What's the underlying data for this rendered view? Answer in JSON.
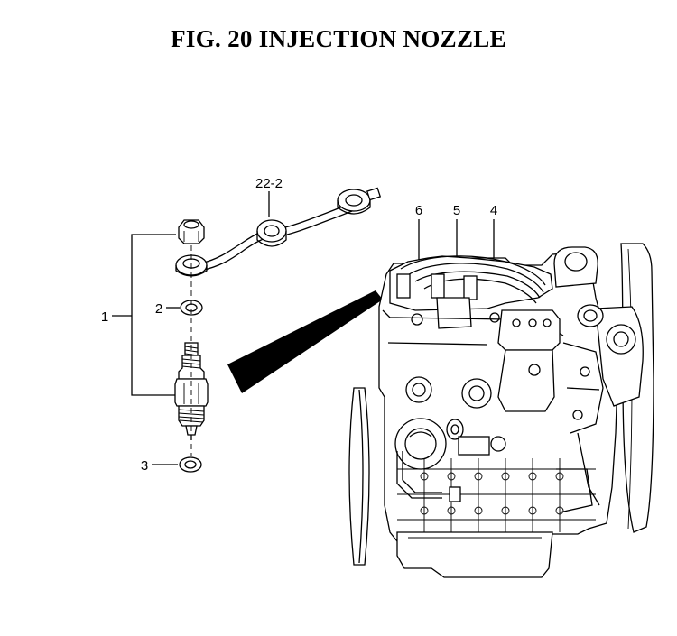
{
  "title": "FIG. 20  INJECTION NOZZLE",
  "callouts": {
    "c1": "1",
    "c2": "2",
    "c3": "3",
    "c4": "4",
    "c5": "5",
    "c6": "6",
    "c22_2": "22-2"
  }
}
